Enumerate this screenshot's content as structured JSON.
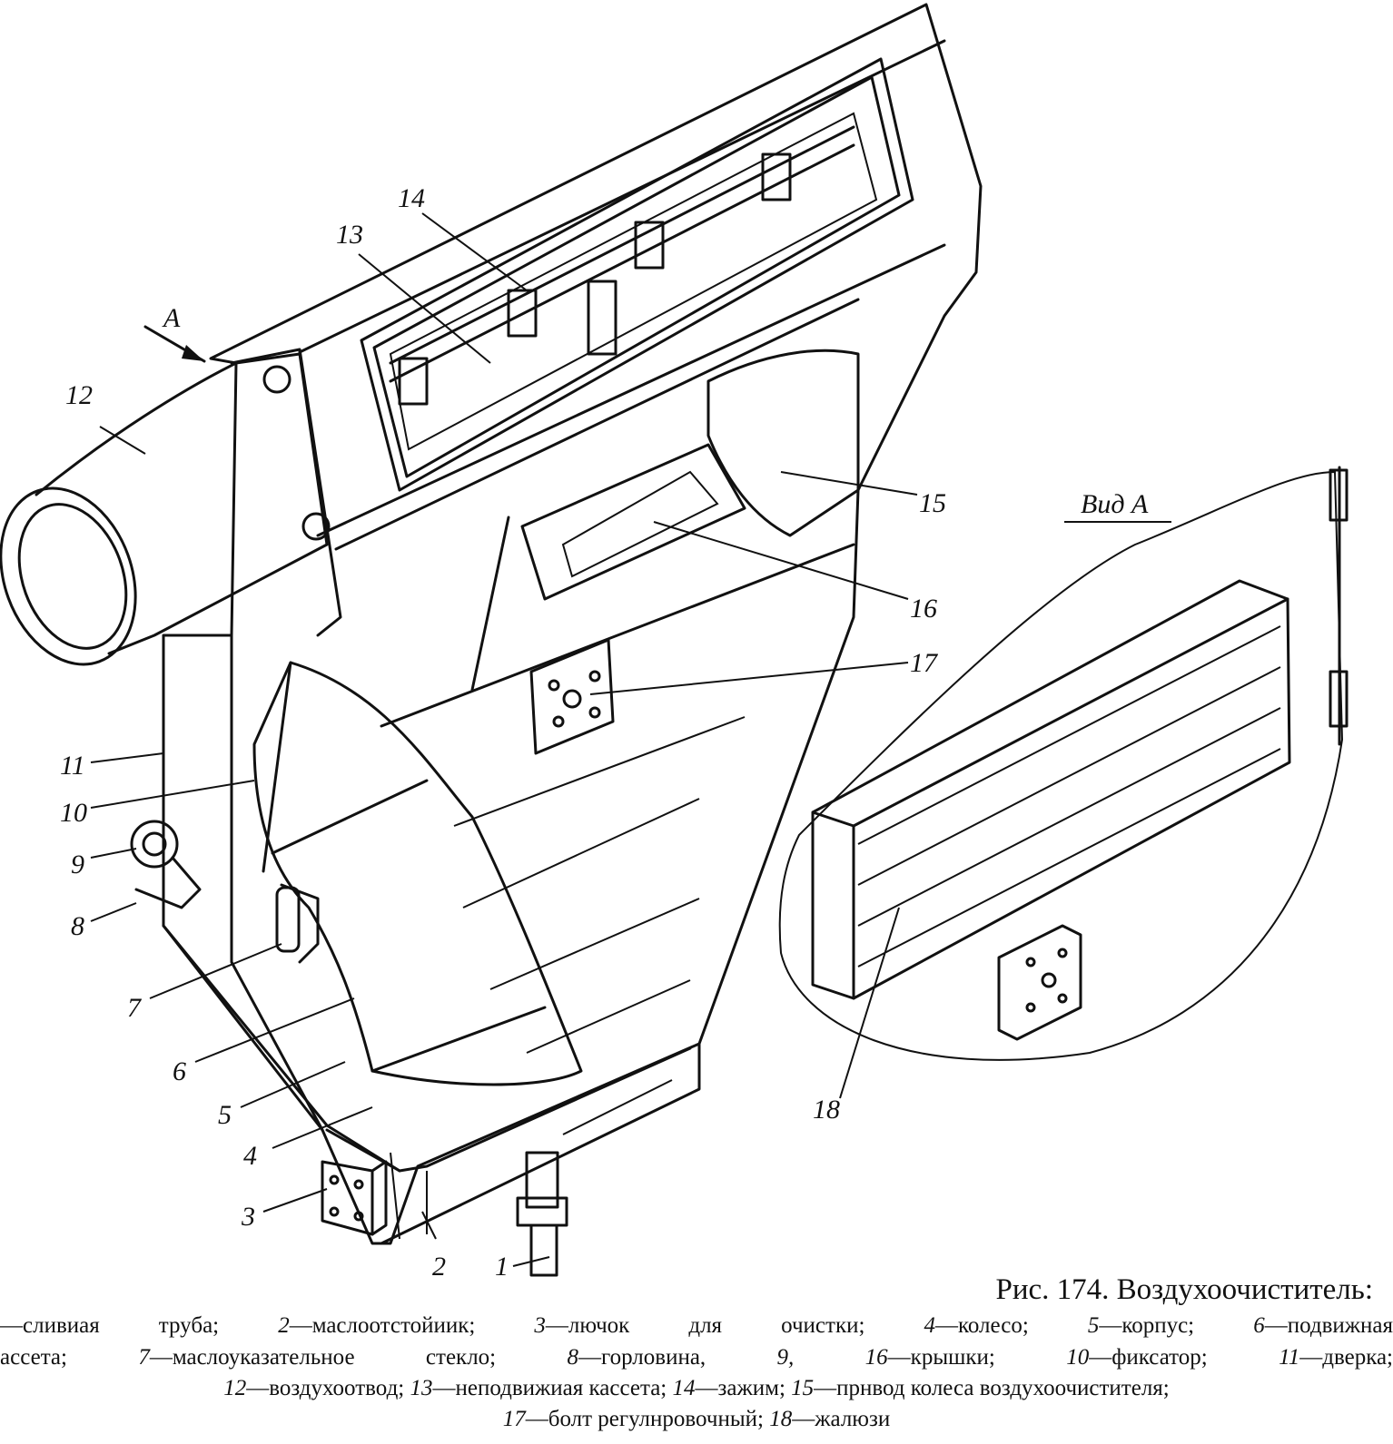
{
  "figure": {
    "view_label": "Вид А",
    "arrow_label": "А",
    "labels": [
      "1",
      "2",
      "3",
      "4",
      "5",
      "6",
      "7",
      "8",
      "9",
      "10",
      "11",
      "12",
      "13",
      "14",
      "15",
      "16",
      "17",
      "18"
    ]
  },
  "caption": {
    "title": "Рис. 174. Воздухоочиститель:",
    "lines": [
      [
        {
          "n": "",
          "t": "—сливиая труба; "
        },
        {
          "n": "2",
          "t": "—маслоотстойиик; "
        },
        {
          "n": "3",
          "t": "—лючок для очистки; "
        },
        {
          "n": "4",
          "t": "—колесо; "
        },
        {
          "n": "5",
          "t": "—корпус; "
        },
        {
          "n": "6",
          "t": "—подвижная"
        }
      ],
      [
        {
          "n": "",
          "t": "ассета; "
        },
        {
          "n": "7",
          "t": "—маслоуказательное стекло; "
        },
        {
          "n": "8",
          "t": "—горловина, "
        },
        {
          "n": "9, 16",
          "t": "—крышки; "
        },
        {
          "n": "10",
          "t": "—фиксатор; "
        },
        {
          "n": "11",
          "t": "—дверка;"
        }
      ],
      [
        {
          "n": "12",
          "t": "—воздухоотвод; "
        },
        {
          "n": "13",
          "t": "—неподвижиая кассета; "
        },
        {
          "n": "14",
          "t": "—зажим; "
        },
        {
          "n": "15",
          "t": "—прнвод колеса воздухоочистителя;"
        }
      ],
      [
        {
          "n": "17",
          "t": "—болт регулнровочный; "
        },
        {
          "n": "18",
          "t": "—жалюзи"
        }
      ]
    ]
  }
}
